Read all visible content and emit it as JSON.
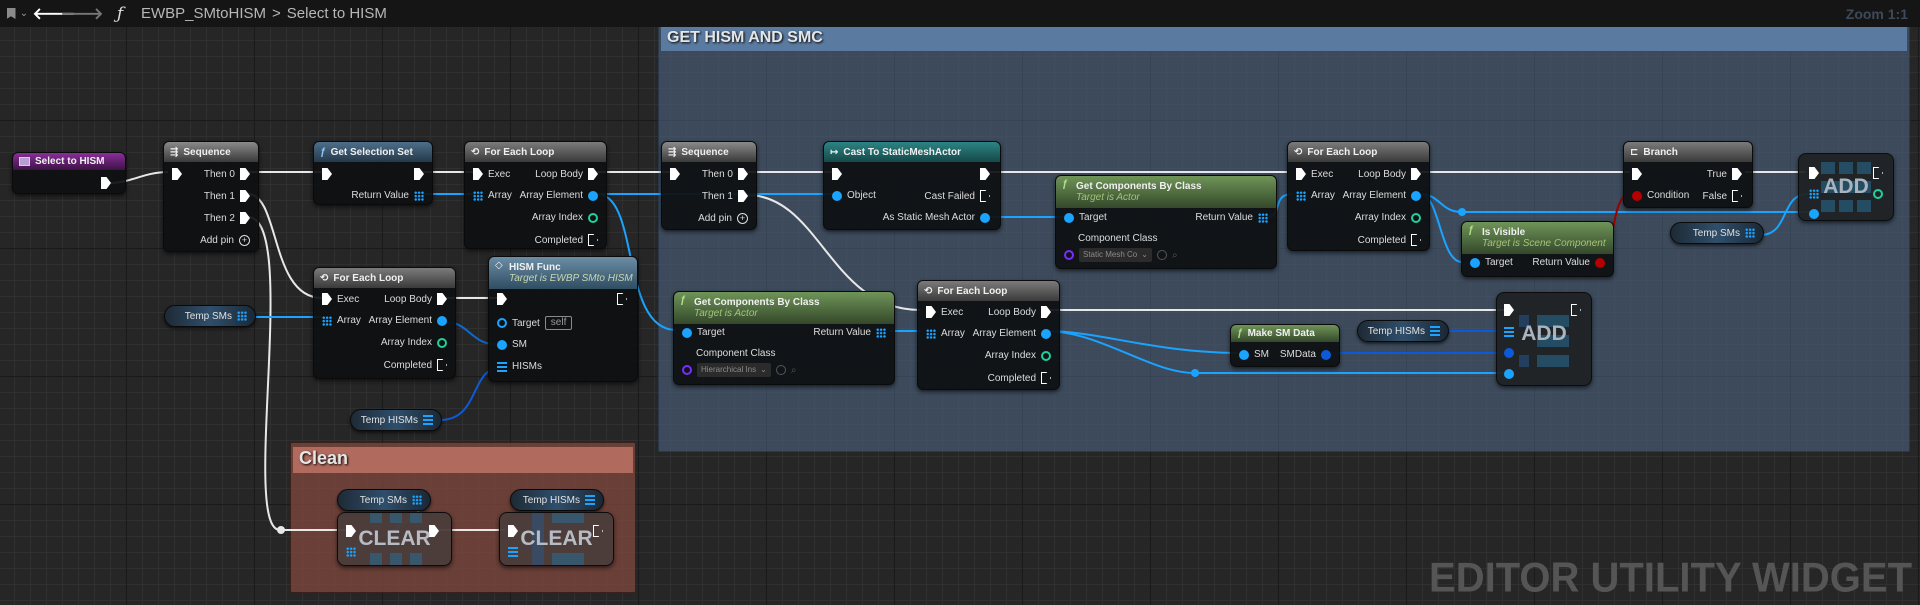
{
  "toolbar": {
    "bookmark_icon": "bookmark-icon",
    "back_icon": "arrow-left-icon",
    "forward_icon": "arrow-right-icon",
    "function_icon": "function-icon",
    "breadcrumb": [
      "EWBP_SMtoHISM",
      "Select to HISM"
    ],
    "separator": ">",
    "zoom_label": "Zoom 1:1"
  },
  "comments": [
    {
      "title": "GET HISM AND SMC",
      "color": "#5a7aa0"
    },
    {
      "title": "Clean",
      "color": "#b06a5e"
    }
  ],
  "nodes": {
    "event": {
      "title": "Select to HISM"
    },
    "seq1": {
      "title": "Sequence",
      "pins": [
        "Then 0",
        "Then 1",
        "Then 2"
      ],
      "add_pin": "Add pin"
    },
    "get_selection": {
      "title": "Get Selection Set",
      "out": "Return Value"
    },
    "foreach1": {
      "title": "For Each Loop",
      "in": [
        "Exec",
        "Array"
      ],
      "out": [
        "Loop Body",
        "Array Element",
        "Array Index",
        "Completed"
      ]
    },
    "foreach2": {
      "title": "For Each Loop",
      "in": [
        "Exec",
        "Array"
      ],
      "out": [
        "Loop Body",
        "Array Element",
        "Array Index",
        "Completed"
      ]
    },
    "hism_func": {
      "title": "HISM Func",
      "subtitle": "Target is EWBP SMto HISM",
      "pins": [
        "Target",
        "SM",
        "HISMs"
      ],
      "target_value": "self"
    },
    "seq2": {
      "title": "Sequence",
      "pins": [
        "Then 0",
        "Then 1"
      ],
      "add_pin": "Add pin"
    },
    "cast": {
      "title": "Cast To StaticMeshActor",
      "in": "Object",
      "out": [
        "Cast Failed",
        "As Static Mesh Actor"
      ]
    },
    "gcbc1": {
      "title": "Get Components By Class",
      "subtitle": "Target is Actor",
      "in": [
        "Target",
        "Component Class"
      ],
      "out": "Return Value",
      "class_value": "Static Mesh Co"
    },
    "foreach3": {
      "title": "For Each Loop",
      "in": [
        "Exec",
        "Array"
      ],
      "out": [
        "Loop Body",
        "Array Element",
        "Array Index",
        "Completed"
      ]
    },
    "is_visible": {
      "title": "Is Visible",
      "subtitle": "Target is Scene Component",
      "in": "Target",
      "out": "Return Value"
    },
    "branch": {
      "title": "Branch",
      "in": "Condition",
      "out": [
        "True",
        "False"
      ]
    },
    "add1": {
      "label": "ADD"
    },
    "gcbc2": {
      "title": "Get Components By Class",
      "subtitle": "Target is Actor",
      "in": [
        "Target",
        "Component Class"
      ],
      "out": "Return Value",
      "class_value": "Hierarchical Ins"
    },
    "foreach4": {
      "title": "For Each Loop",
      "in": [
        "Exec",
        "Array"
      ],
      "out": [
        "Loop Body",
        "Array Element",
        "Array Index",
        "Completed"
      ]
    },
    "make_sm": {
      "title": "Make SM Data",
      "in": "SM",
      "out": "SMData"
    },
    "add2": {
      "label": "ADD"
    },
    "clear1": {
      "label": "CLEAR"
    },
    "clear2": {
      "label": "CLEAR"
    }
  },
  "variables": {
    "temp_sms": "Temp SMs",
    "temp_hisms": "Temp HISMs"
  },
  "watermark": "EDITOR UTILITY WIDGET"
}
